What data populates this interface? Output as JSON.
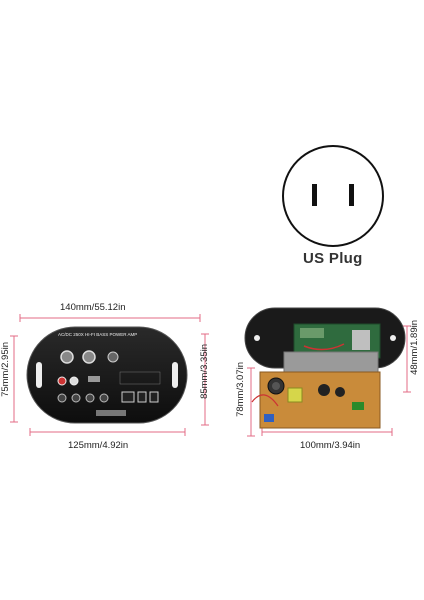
{
  "plug": {
    "label": "US Plug"
  },
  "amp_panel": {
    "width": "140mm/55.12in",
    "height_left": "75mm/2.95in",
    "height_right": "85mm/3.35in",
    "bottom_width": "125mm/4.92in",
    "panel_title": "AC/DC 250X HI-FI BASS POWER AMP"
  },
  "board": {
    "height_right": "48mm/1.89in",
    "height_left": "78mm/3.07in",
    "width": "100mm/3.94in"
  }
}
